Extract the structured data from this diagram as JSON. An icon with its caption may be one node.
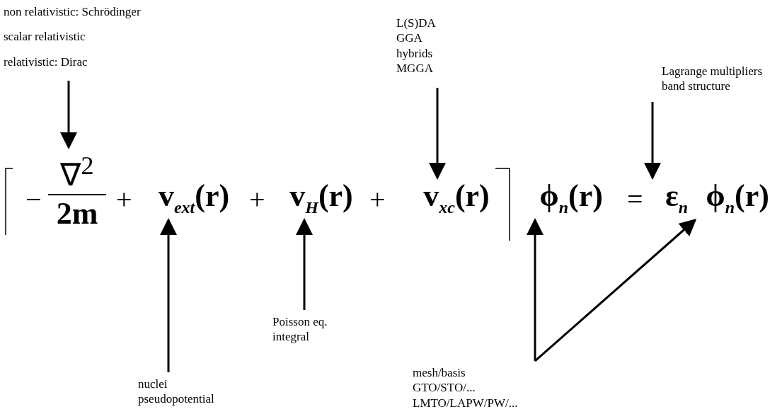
{
  "diagram": {
    "nodes": [
      {
        "text": [
          "non relativistic: Schrödinger",
          "scalar relativistic",
          "relativistic: Dirac"
        ]
      },
      {
        "text": [
          "L(S)DA",
          "GGA",
          "hybrids",
          "MGGA"
        ]
      },
      {
        "text": [
          "Lagrange multipliers",
          "band structure"
        ]
      },
      {
        "text": [
          "nuclei",
          "pseudopotential"
        ]
      },
      {
        "text": [
          "Poisson eq.",
          "integral"
        ]
      },
      {
        "text": [
          "mesh/basis",
          "GTO/STO/...",
          "LMTO/LAPW/PW/..."
        ]
      },
      {
        "text": [
          "∇$^{2}$",
          "2m"
        ]
      },
      {
        "text": [
          "v$_{ext}$(r)"
        ]
      },
      {
        "text": [
          "v$_{H}$(r)"
        ]
      },
      {
        "text": [
          "v$_{xc}$(r)"
        ]
      },
      {
        "text": [
          "ϕ$_{n}$(r)"
        ]
      },
      {
        "text": [
          "ε$_{n}$"
        ]
      },
      {
        "text": [
          "ϕ$_{n}$(r)"
        ]
      }
    ],
    "edges": [
      {
        "from": 0,
        "to": 6,
        "arrow": "to"
      },
      {
        "from": 1,
        "to": 9,
        "arrow": "to"
      },
      {
        "from": 2,
        "to": 11,
        "arrow": "to"
      },
      {
        "from": 3,
        "to": 7,
        "arrow": "to"
      },
      {
        "from": 4,
        "to": 8,
        "arrow": "to"
      },
      {
        "from": 5,
        "to": 10,
        "arrow": "to"
      },
      {
        "from": 5,
        "to": 12,
        "arrow": "to"
      }
    ],
    "labels": [
      "−",
      "+",
      "+",
      "+",
      "="
    ]
  }
}
